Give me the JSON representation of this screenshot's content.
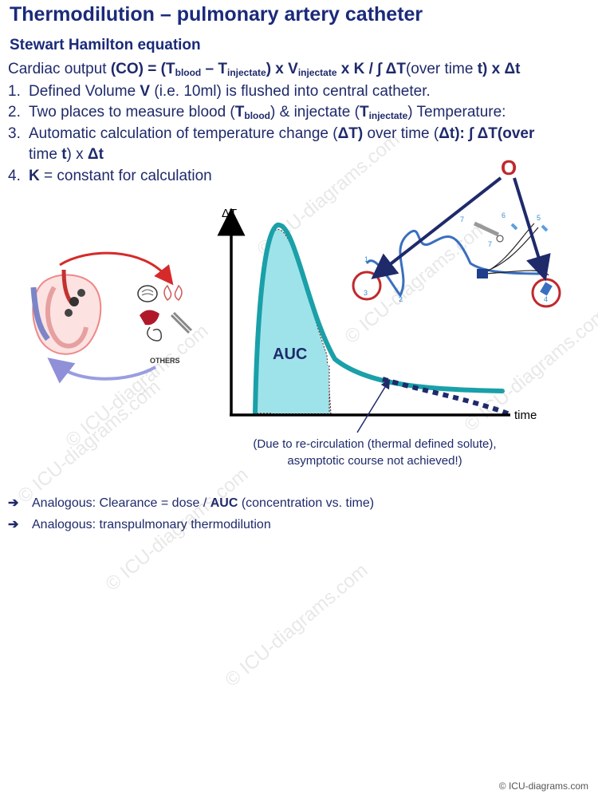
{
  "title": "Thermodilution – pulmonary artery catheter",
  "subtitle": "Stewart Hamilton equation",
  "equation": {
    "p1": "Cardiac output ",
    "co": "(CO) = (T",
    "sub_blood": "blood",
    "dash": " – T",
    "sub_injectate": "injectate",
    "p2": ") x V",
    "sub_injectate2": "injectate",
    "p3": " x K / ∫ ΔT",
    "p4": "(over time ",
    "t": "t",
    "p5": ") x Δt"
  },
  "steps": [
    {
      "num": "1.",
      "a": "Defined Volume ",
      "b": "V",
      "c": " (i.e. 10ml) is flushed into central catheter."
    },
    {
      "num": "2.",
      "a": "Two places to measure blood (",
      "b": "T",
      "sub_b": "blood",
      "c": ") & injectate (",
      "d": "T",
      "sub_d": "injectate",
      "e": ") Temperature:"
    },
    {
      "num": "3.",
      "a": "Automatic calculation of temperature change (",
      "b": "ΔT)",
      "c": " over time (",
      "d": "Δt):",
      "e": " ∫ ΔT(over",
      "cont_a": "time ",
      "cont_b": "t",
      "cont_c": ") x ",
      "cont_d": "Δt"
    },
    {
      "num": "4.",
      "a": "K",
      "b": " = constant for calculation"
    }
  ],
  "chart": {
    "y_axis_label": "ΔT",
    "x_axis_label": "time",
    "area_label": "AUC"
  },
  "heart": {
    "label": "OTHERS"
  },
  "catheter": {
    "big_label": "O",
    "ports": [
      "1",
      "2",
      "3",
      "4",
      "5",
      "6",
      "7",
      "7"
    ]
  },
  "note": "(Due to re-circulation (thermal defined solute), asymptotic course not achieved!)",
  "analogies": [
    {
      "a": "Analogous: Clearance = dose / ",
      "b": "AUC",
      "c": " (concentration vs. time)"
    },
    {
      "a": "Analogous: transpulmonary thermodilution"
    }
  ],
  "watermark": "© ICU-diagrams.com",
  "footer": "© ICU-diagrams.com",
  "colors": {
    "title": "#1b2a7a",
    "curve": "#1aa0a8",
    "auc_fill": "#9fe3ea",
    "circle_red": "#c0282d",
    "catheter_blue": "#3a6fbf",
    "dash_navy": "#1f2a6b"
  }
}
